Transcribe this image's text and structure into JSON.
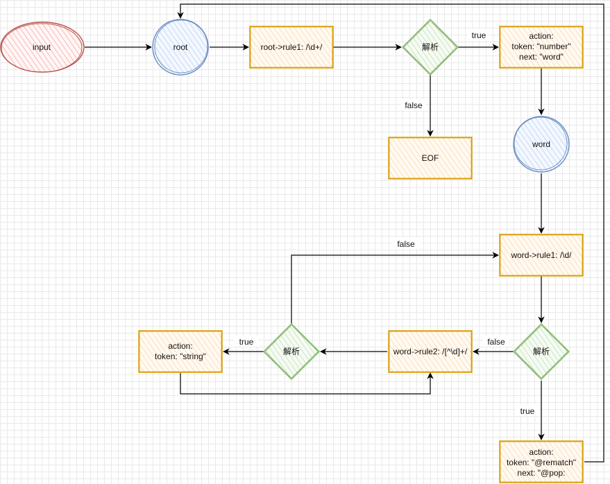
{
  "colors": {
    "red_stroke": "#b85450",
    "red_fill": "#f8cecc",
    "blue_stroke": "#6c8ebf",
    "blue_fill": "#dae8fc",
    "orange_stroke": "#d79b00",
    "orange_fill": "#ffe6cc",
    "green_stroke": "#82b366",
    "green_fill": "#d5e8d4",
    "edge": "#000000"
  },
  "nodes": {
    "input": "input",
    "root": "root",
    "root_rule1": "root->rule1: /\\d+/",
    "decision1": "解析",
    "action_number": [
      "action:",
      "token: \"number\"",
      "next: \"word\""
    ],
    "eof": "EOF",
    "word": "word",
    "word_rule1": "word->rule1: /\\d/",
    "decision2": "解析",
    "word_rule2": "word->rule2: /[^\\d]+/",
    "decision3": "解析",
    "action_string": [
      "action:",
      "token: \"string\""
    ],
    "action_rematch": [
      "action:",
      "token: \"@rematch\"",
      "next: \"@pop:"
    ]
  },
  "edge_labels": {
    "d1_true": "true",
    "d1_false": "false",
    "d3_false": "false",
    "d2_false": "false",
    "d3_true": "true",
    "d2_true": "true"
  }
}
